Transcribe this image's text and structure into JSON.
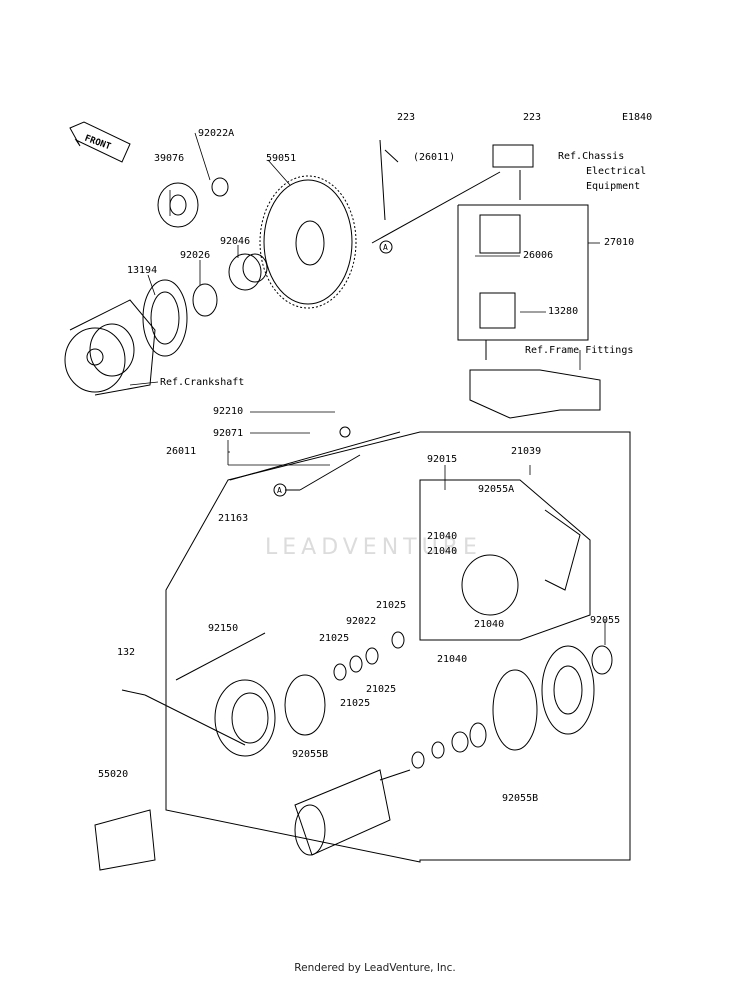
{
  "diagram": {
    "figure_code": "E1840",
    "direction_indicator": "FRONT",
    "watermark": "LEADVENTURE",
    "footer": "Rendered by LeadVenture, Inc.",
    "part_labels": {
      "p223_left": "223",
      "p223_right": "223",
      "p26011_upper": "(26011)",
      "ref_chassis_line1": "Ref.Chassis",
      "ref_chassis_line2": "Electrical",
      "ref_chassis_line3": "Equipment",
      "p92022A": "92022A",
      "p39076": "39076",
      "p59051": "59051",
      "p92046": "92046",
      "p92026": "92026",
      "p13194": "13194",
      "ref_crankshaft": "Ref.Crankshaft",
      "p26006": "26006",
      "p27010": "27010",
      "p13280": "13280",
      "ref_frame": "Ref.Frame Fittings",
      "p92210": "92210",
      "p92071": "92071",
      "p26011_lower": "26011",
      "p92015": "92015",
      "p21039": "21039",
      "p92055A": "92055A",
      "p21040_a": "21040",
      "p21040_b": "21040",
      "p21040_c": "21040",
      "p21040_d": "21040",
      "p21163": "21163",
      "p21025_a": "21025",
      "p21025_b": "21025",
      "p21025_c": "21025",
      "p21025_d": "21025",
      "p92022": "92022",
      "p92150": "92150",
      "p92055": "92055",
      "p132": "132",
      "p92055B_left": "92055B",
      "p92055B_right": "92055B",
      "p55020": "55020"
    },
    "reference_marker": "A"
  }
}
